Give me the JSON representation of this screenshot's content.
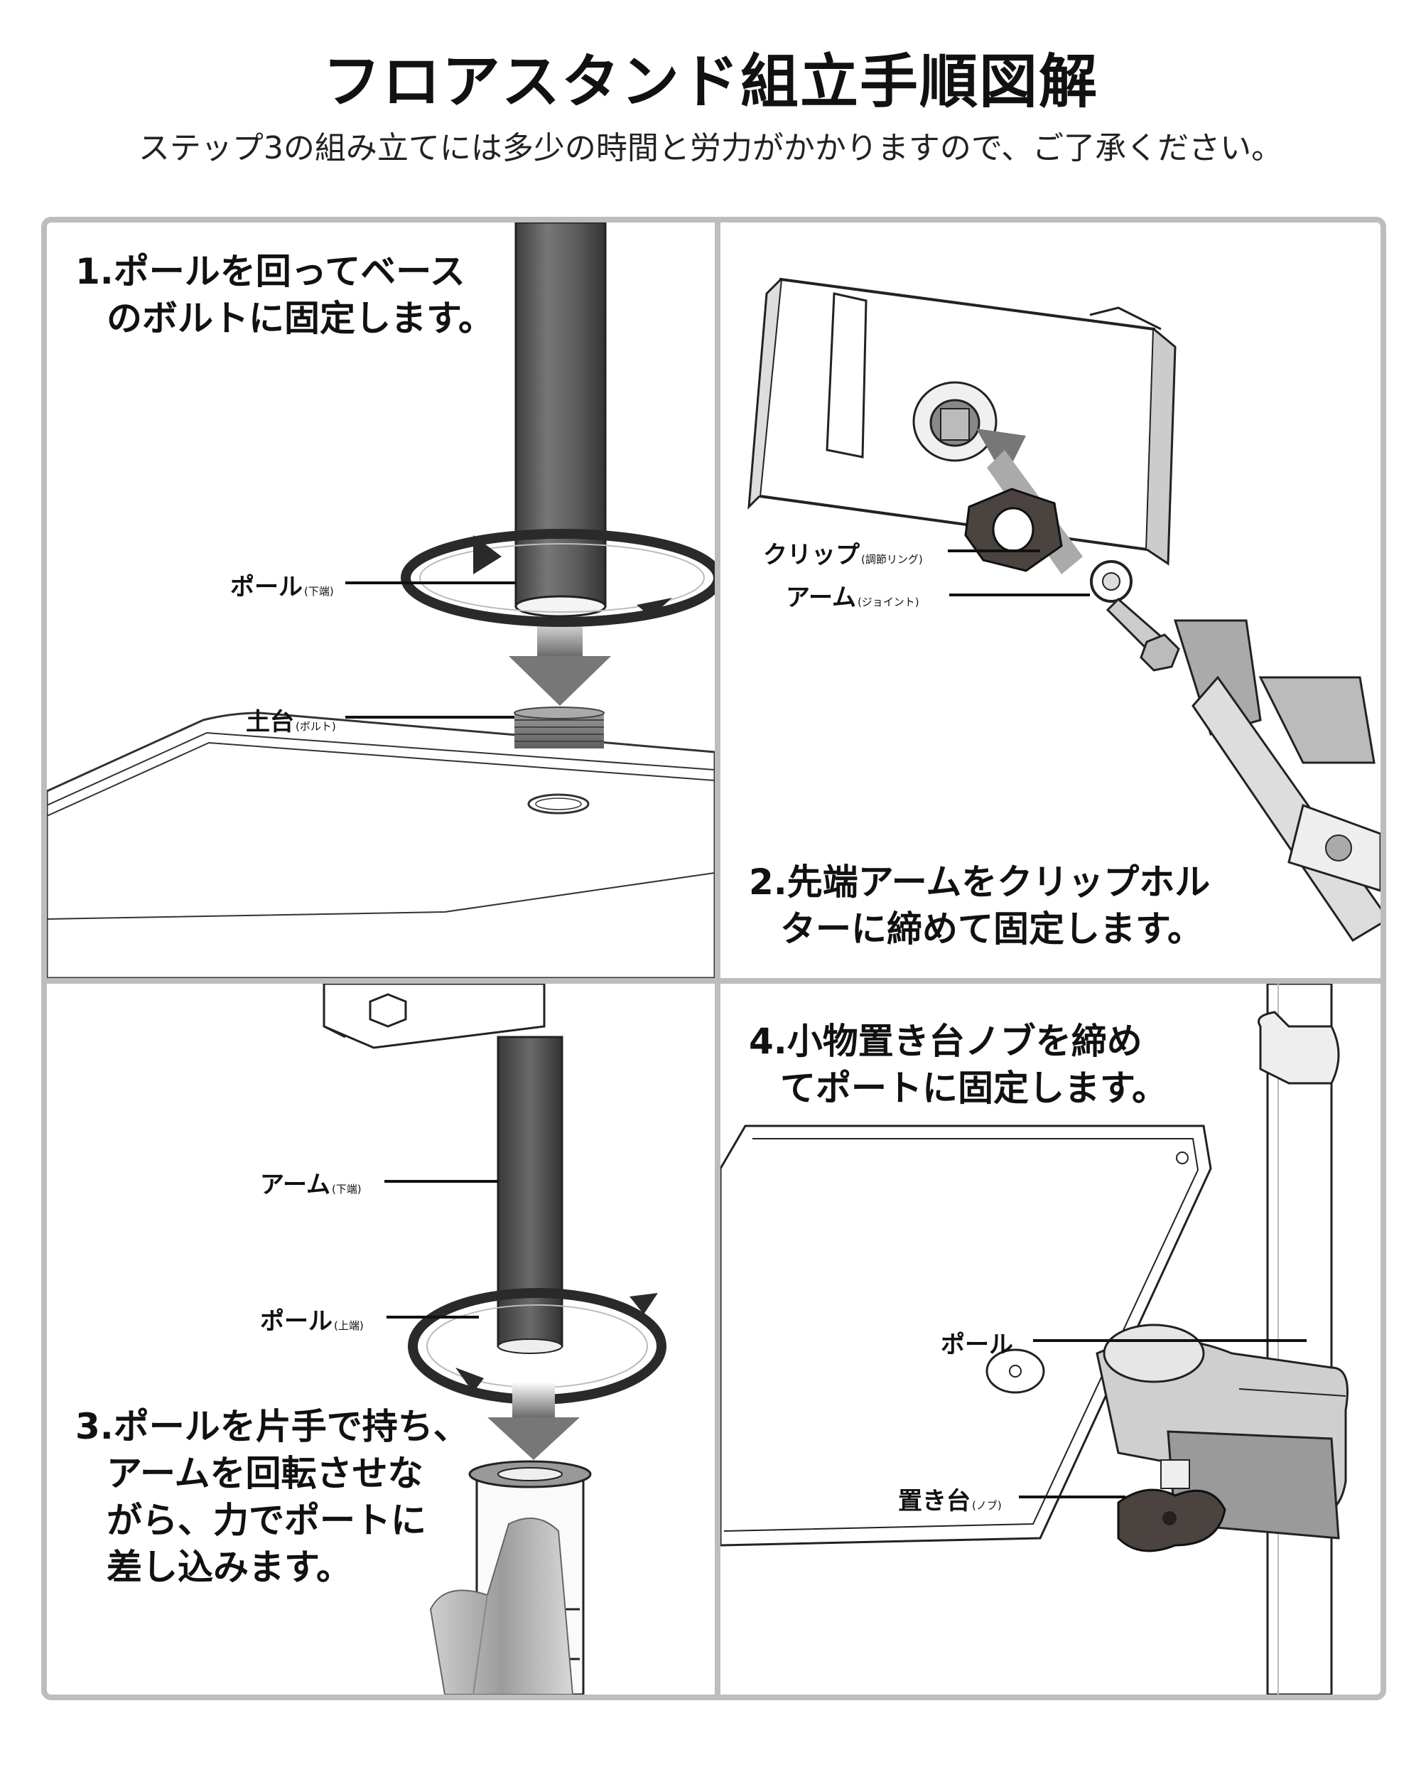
{
  "title": "フロアスタンド組立手順図解",
  "subtitle": "ステップ3の組み立てには多少の時間と労力がかかりますので、ご了承ください。",
  "steps": [
    {
      "lines": [
        "1.ポールを回ってベース",
        "のボルトに固定します。"
      ],
      "labels": [
        {
          "main": "ポール",
          "sub": "(下端)"
        },
        {
          "main": "土台",
          "sub": "(ボルト)"
        }
      ]
    },
    {
      "lines": [
        "2.先端アームをクリップホル",
        "ターに締めて固定します。"
      ],
      "labels": [
        {
          "main": "クリップ",
          "sub": "(調節リング)"
        },
        {
          "main": "アーム",
          "sub": "(ジョイント)"
        }
      ]
    },
    {
      "lines": [
        "3.ポールを片手で持ち、",
        "アームを回転させな",
        "がら、力でポートに",
        "差し込みます。"
      ],
      "labels": [
        {
          "main": "アーム",
          "sub": "(下端)"
        },
        {
          "main": "ポール",
          "sub": "(上端)"
        }
      ]
    },
    {
      "lines": [
        "4.小物置き台ノブを締め",
        "てポートに固定します。"
      ],
      "labels": [
        {
          "main": "ポール",
          "sub": ""
        },
        {
          "main": "置き台",
          "sub": "(ノブ)"
        }
      ]
    }
  ],
  "colors": {
    "frame": "#bdbdbd",
    "pole_dark": "#5a5a5a",
    "pole_light": "#f4f4f4",
    "arrow": "#8a8a8a",
    "knob": "#4a4340"
  },
  "icons": [
    "rotation-arrow-icon",
    "down-arrow-icon",
    "bolt-thread-icon",
    "hex-nut-icon",
    "hand-icon"
  ]
}
